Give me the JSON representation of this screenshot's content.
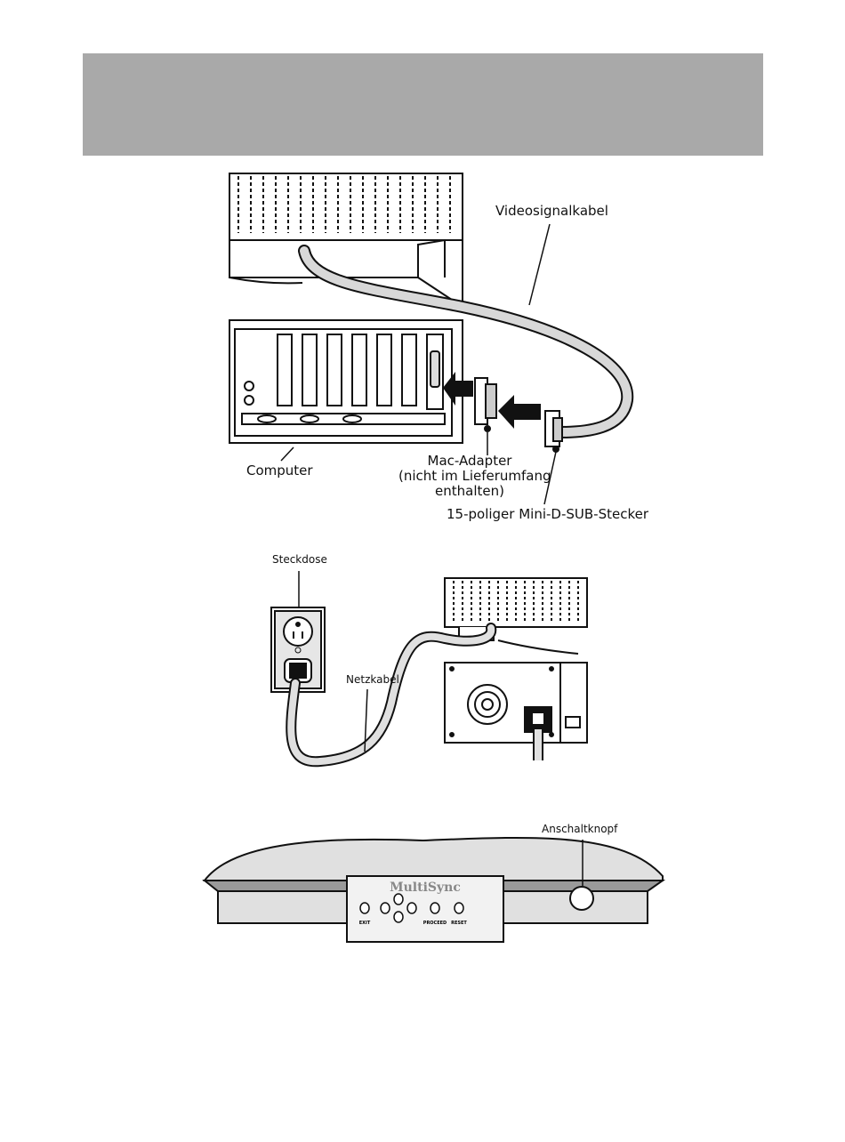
{
  "figure1": {
    "label_video_cable": "Videosignalkabel",
    "label_computer": "Computer",
    "label_mac_adapter_line1": "Mac-Adapter",
    "label_mac_adapter_line2": "(nicht im Lieferumfang",
    "label_mac_adapter_line3": "enthalten)",
    "label_connector": "15-poliger Mini-D-SUB-Stecker"
  },
  "figure2": {
    "label_outlet": "Steckdose",
    "label_power_cable": "Netzkabel"
  },
  "figure3": {
    "label_power_button": "Anschaltknopf",
    "brand": "MultiSync",
    "button_exit": "EXIT",
    "button_proceed": "PROCEED",
    "button_reset": "RESET"
  }
}
